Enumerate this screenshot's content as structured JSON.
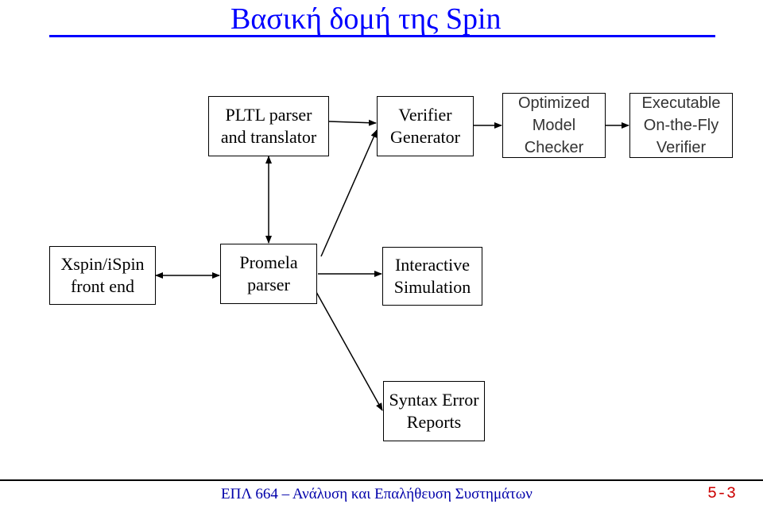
{
  "title": "Βασική δομή της Spin",
  "boxes": {
    "pltl_parser": [
      "PLTL parser",
      "and translator"
    ],
    "verifier_generator": [
      "Verifier",
      "Generator"
    ],
    "optimized_checker": [
      "Optimized",
      "Model",
      "Checker"
    ],
    "executable_verifier": [
      "Executable",
      "On-the-Fly",
      "Verifier"
    ],
    "xspin_frontend": [
      "Xspin/iSpin",
      "front end"
    ],
    "promela_parser": [
      "Promela",
      "parser"
    ],
    "interactive_simulation": [
      "Interactive",
      "Simulation"
    ],
    "syntax_error_reports": [
      "Syntax Error",
      "Reports"
    ]
  },
  "footer": {
    "course": "ΕΠΛ 664",
    "dash": "–",
    "subject": "Ανάλυση και Επαλήθευση Συστημάτων",
    "page": "5-3"
  },
  "colors": {
    "title": "#0000ff",
    "footer": "#0000aa",
    "page_number": "#cc0000"
  }
}
